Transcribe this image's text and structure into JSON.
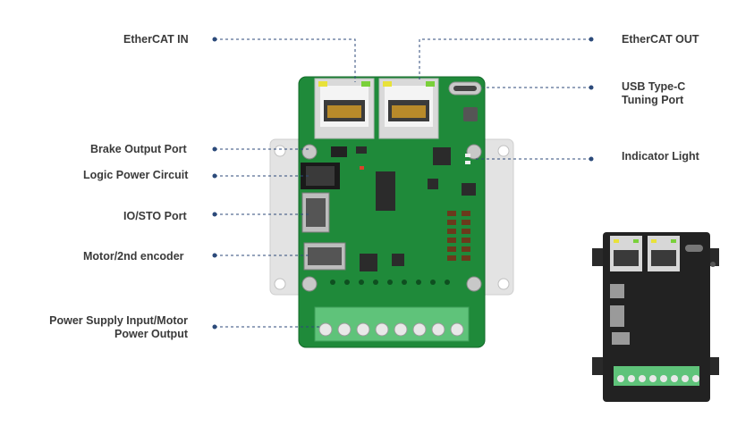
{
  "labels": {
    "ethercat_in": "EtherCAT IN",
    "brake_output": "Brake Output Port",
    "logic_power": "Logic Power Circuit",
    "io_sto": "IO/STO Port",
    "motor_encoder": "Motor/2nd encoder",
    "power_supply_line1": "Power Supply Input/Motor",
    "power_supply_line2": "Power Output",
    "ethercat_out": "EtherCAT OUT",
    "usb_line1": "USB Type-C",
    "usb_line2": "Tuning Port",
    "indicator": "Indicator Light"
  },
  "colors": {
    "pcb": "#1f8a3a",
    "leader": "#2c4a7a",
    "terminal": "#5fc37a",
    "plate": "#e3e3e3",
    "housing": "#222222"
  }
}
